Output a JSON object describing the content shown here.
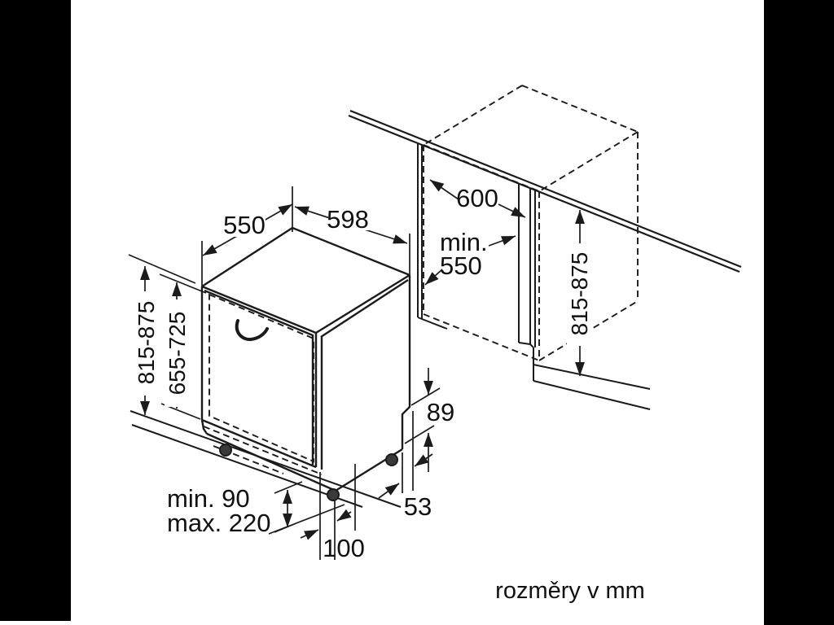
{
  "window": {
    "background": "#ffffff",
    "pillarbox_color": "#000000"
  },
  "diagram": {
    "line_color": "#1b1b1b",
    "text_color": "#111111",
    "labels": {
      "depth_top": "550",
      "width_top": "598",
      "counter_depth": "600",
      "niche_min_label": "min.",
      "niche_min_value": "550",
      "height_range_left": "815-875",
      "door_panel_range": "655-725",
      "height_range_right": "815-875",
      "outlet_height": "89",
      "rear_gap": "53",
      "plinth_min": "min. 90",
      "plinth_max": "max. 220",
      "front_foot_offset": "100",
      "units_caption": "rozměry v mm"
    }
  }
}
